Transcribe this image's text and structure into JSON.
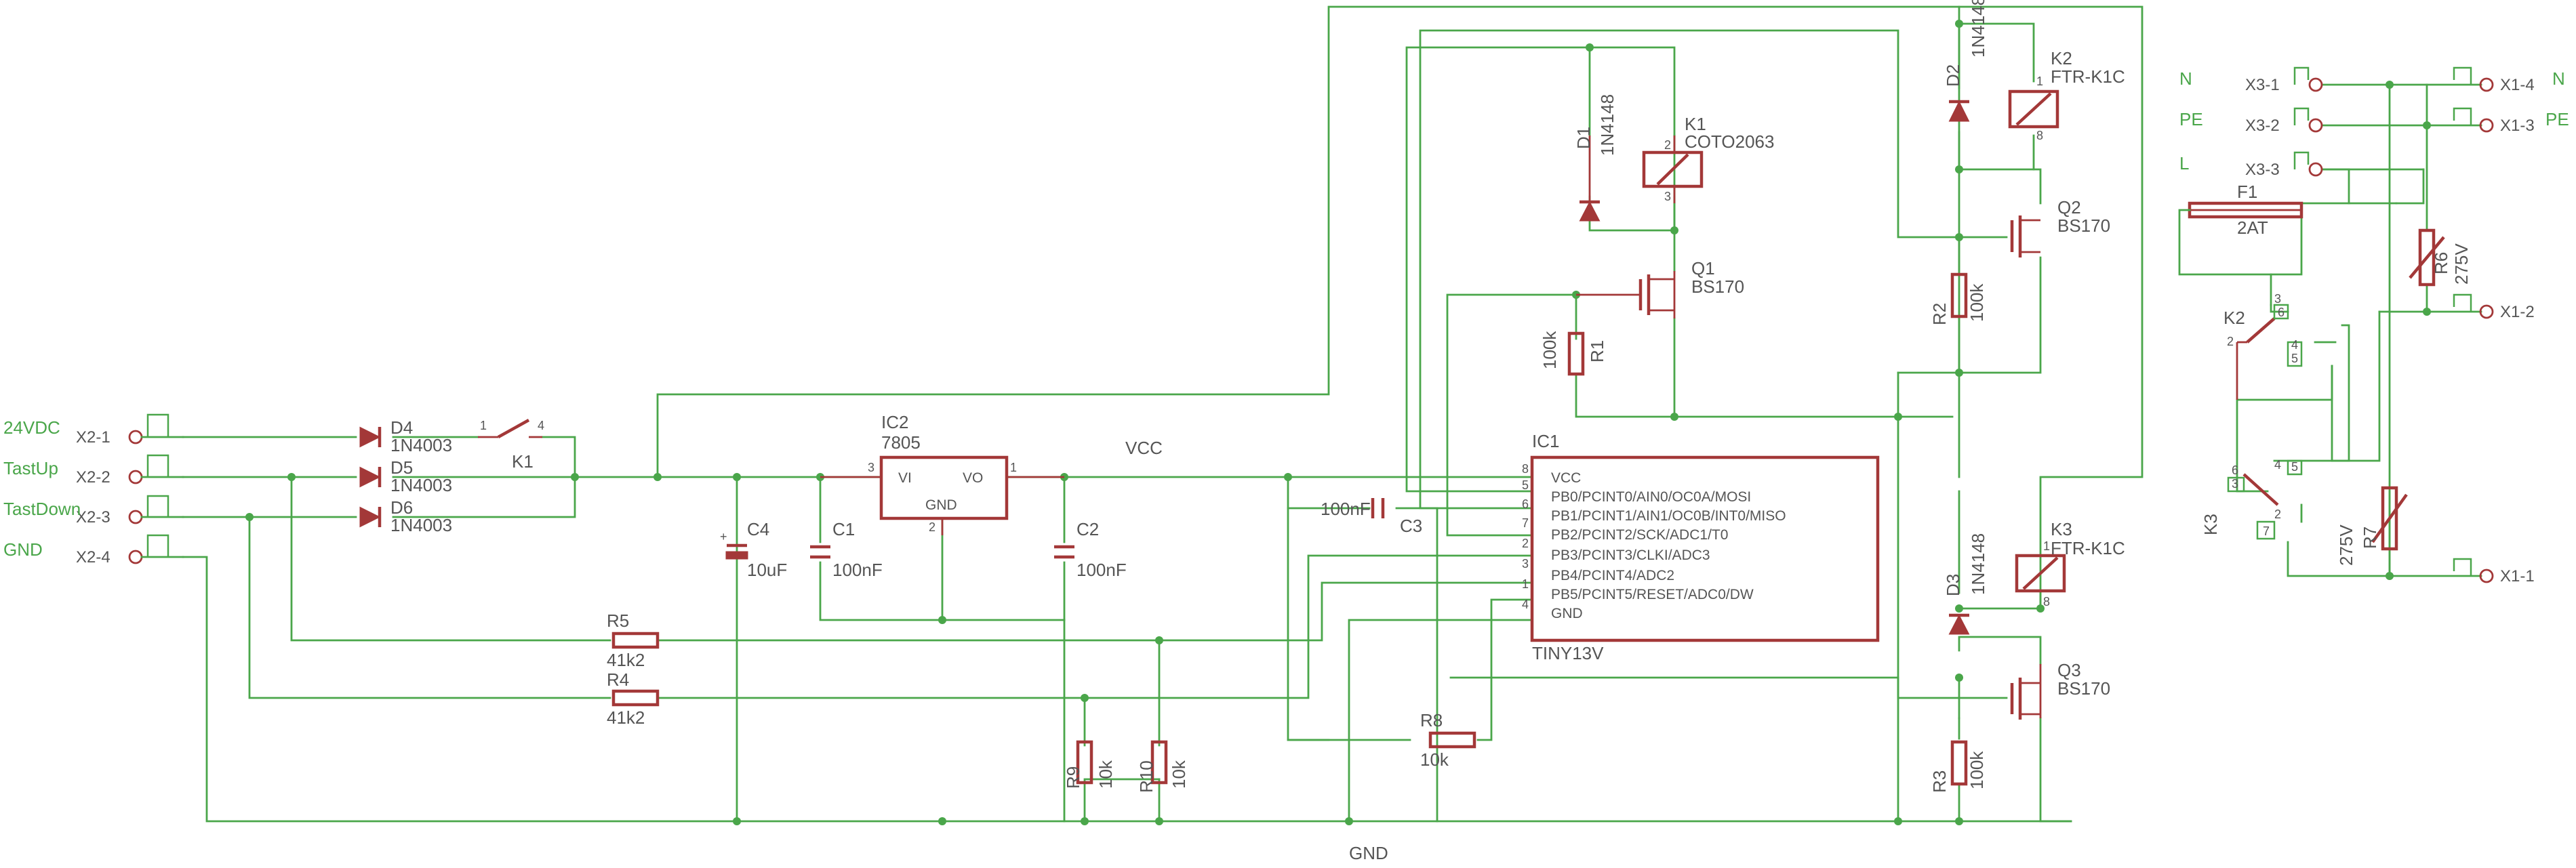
{
  "nets": {
    "vcc": "VCC",
    "gnd": "GND"
  },
  "connectors": {
    "x2_1": "X2-1",
    "x2_2": "X2-2",
    "x2_3": "X2-3",
    "x2_4": "X2-4",
    "x3_1": "X3-1",
    "x3_2": "X3-2",
    "x3_3": "X3-3",
    "x1_1": "X1-1",
    "x1_2": "X1-2",
    "x1_3": "X1-3",
    "x1_4": "X1-4"
  },
  "net_labels": {
    "v24": "24VDC",
    "tastup": "TastUp",
    "tastdown": "TastDown",
    "gnd_in": "GND",
    "n_left": "N",
    "pe_left": "PE",
    "l_left": "L",
    "n_right": "N",
    "pe_right": "PE"
  },
  "components": {
    "d4": {
      "name": "D4",
      "value": "1N4003"
    },
    "d5": {
      "name": "D5",
      "value": "1N4003"
    },
    "d6": {
      "name": "D6",
      "value": "1N4003"
    },
    "d1": {
      "name": "D1",
      "value": "1N4148"
    },
    "d2": {
      "name": "D2",
      "value": "1N4148"
    },
    "d3": {
      "name": "D3",
      "value": "1N4148"
    },
    "k1": {
      "name": "K1",
      "value": "COTO2063"
    },
    "k1s": {
      "name": "K1"
    },
    "k2": {
      "name": "K2",
      "value": "FTR-K1C"
    },
    "k2s": {
      "name": "K2"
    },
    "k3": {
      "name": "K3",
      "value": "FTR-K1C"
    },
    "k3s": {
      "name": "K3"
    },
    "q1": {
      "name": "Q1",
      "value": "BS170"
    },
    "q2": {
      "name": "Q2",
      "value": "BS170"
    },
    "q3": {
      "name": "Q3",
      "value": "BS170"
    },
    "ic1": {
      "name": "IC1",
      "value": "TINY13V",
      "pins": [
        {
          "num": "8",
          "label": "VCC"
        },
        {
          "num": "5",
          "label": "PB0/PCINT0/AIN0/OC0A/MOSI"
        },
        {
          "num": "6",
          "label": "PB1/PCINT1/AIN1/OC0B/INT0/MISO"
        },
        {
          "num": "7",
          "label": "PB2/PCINT2/SCK/ADC1/T0"
        },
        {
          "num": "2",
          "label": "PB3/PCINT3/CLKI/ADC3"
        },
        {
          "num": "3",
          "label": "PB4/PCINT4/ADC2"
        },
        {
          "num": "1",
          "label": "PB5/PCINT5/RESET/ADC0/DW"
        },
        {
          "num": "4",
          "label": "GND"
        }
      ]
    },
    "ic2": {
      "name": "IC2",
      "value": "7805",
      "vi": "VI",
      "vo": "VO",
      "gnd": "GND",
      "pin_in": "3",
      "pin_out": "1",
      "pin_gnd": "2"
    },
    "c1": {
      "name": "C1",
      "value": "100nF"
    },
    "c2": {
      "name": "C2",
      "value": "100nF"
    },
    "c3": {
      "name": "C3",
      "value": "100nF"
    },
    "c4": {
      "name": "C4",
      "value": "10uF"
    },
    "r1": {
      "name": "R1",
      "value": "100k"
    },
    "r2": {
      "name": "R2",
      "value": "100k"
    },
    "r3": {
      "name": "R3",
      "value": "100k"
    },
    "r4": {
      "name": "R4",
      "value": "41k2"
    },
    "r5": {
      "name": "R5",
      "value": "41k2"
    },
    "r6": {
      "name": "R6",
      "value": "275V"
    },
    "r7": {
      "name": "R7",
      "value": "275V"
    },
    "r8": {
      "name": "R8",
      "value": "10k"
    },
    "r9": {
      "name": "R9",
      "value": "10k"
    },
    "r10": {
      "name": "R10",
      "value": "10k"
    },
    "f1": {
      "name": "F1",
      "value": "2AT"
    }
  },
  "pin_numbers": {
    "p1": "1",
    "p2": "2",
    "p3": "3",
    "p4": "4",
    "p5": "5",
    "p6": "6",
    "p7": "7",
    "p8": "8"
  },
  "colors": {
    "wire": "#4aa64a",
    "symbol": "#a33838",
    "text": "#555555"
  }
}
